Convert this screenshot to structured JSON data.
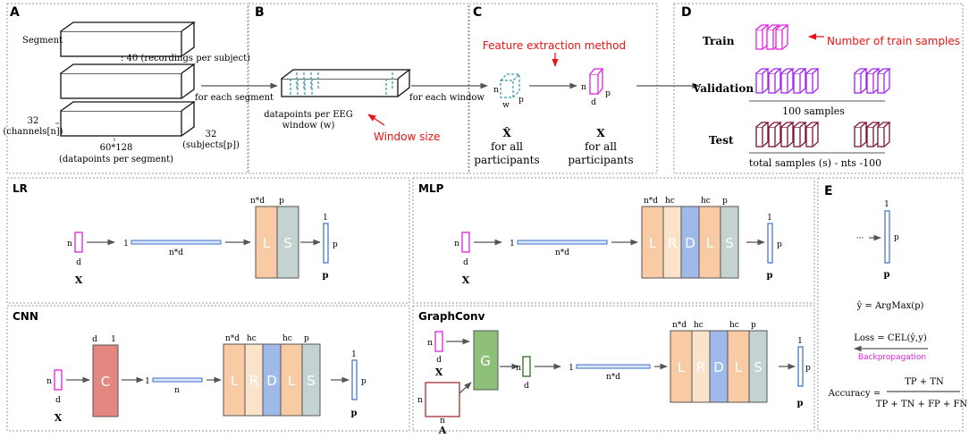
{
  "colors": {
    "linear": "#f8cba4",
    "relu": "#fbe3cb",
    "dropout": "#9fb9e8",
    "softmax": "#c4d2d1",
    "conv": "#e38780",
    "graph": "#8fc079",
    "magenta": "#e020e0",
    "purple": "#a020f0",
    "maroon": "#7a1230",
    "teal": "#3a9aa5",
    "adj": "#a83030",
    "red": "#ee1111",
    "dark_green": "#2e6a22",
    "blue": "#3b6fc9"
  },
  "panel_a": {
    "letter": "A",
    "segment": "Segment",
    "recordings": ": 40 (recordings per subject)",
    "channels_num": "32",
    "channels": "(channels[n])",
    "datapoints_num": "60*128",
    "datapoints": "(datapoints per segment)",
    "subjects_num": "32",
    "subjects": "(subjects[p])",
    "arrow_label": "for each segment"
  },
  "panel_b": {
    "letter": "B",
    "caption_1": "datapoints per EEG",
    "caption_2": "window (w)",
    "window_size": "Window size",
    "arrow_label": "for each window"
  },
  "panel_c": {
    "letter": "C",
    "feature": "Feature extraction method",
    "n": "n",
    "w": "w",
    "p": "p",
    "d": "d",
    "xhat": "X̂",
    "x": "X",
    "for_all": "for all",
    "participants": "participants"
  },
  "panel_d": {
    "letter": "D",
    "train": "Train",
    "train_note": "Number of train samples",
    "validation": "Validation",
    "val_note": "100 samples",
    "test": "Test",
    "test_note": "total samples (s) - nts -100"
  },
  "lr": {
    "title": "LR",
    "n": "n",
    "d": "d",
    "x": "X",
    "one": "1",
    "nd": "n*d",
    "nd_top": "n*d",
    "p_top": "p",
    "L": "L",
    "S": "S",
    "out_one": "1",
    "out_p": "p",
    "out_label": "p"
  },
  "mlp": {
    "title": "MLP",
    "n": "n",
    "d": "d",
    "x": "X",
    "one": "1",
    "nd": "n*d",
    "top": [
      "n*d",
      "hc",
      "hc",
      "p"
    ],
    "layers": [
      "L",
      "R",
      "D",
      "L",
      "S"
    ],
    "out_one": "1",
    "out_p": "p",
    "out_label": "p"
  },
  "cnn": {
    "title": "CNN",
    "n": "n",
    "d": "d",
    "x": "X",
    "c_d": "d",
    "c_1": "1",
    "C": "C",
    "one": "1",
    "n_flat": "n",
    "top": [
      "n*d",
      "hc",
      "hc",
      "p"
    ],
    "layers": [
      "L",
      "R",
      "D",
      "L",
      "S"
    ],
    "out_one": "1",
    "out_p": "p",
    "out_label": "p"
  },
  "graphconv": {
    "title": "GraphConv",
    "n": "n",
    "d": "d",
    "x": "X",
    "a_n_left": "n",
    "a_n_bottom": "n",
    "a": "A",
    "G": "G",
    "g_n": "n",
    "g_d": "d",
    "one": "1",
    "nd": "n*d",
    "top": [
      "n*d",
      "hc",
      "hc",
      "p"
    ],
    "layers": [
      "L",
      "R",
      "D",
      "L",
      "S"
    ],
    "out_one": "1",
    "out_p": "p",
    "out_label": "p"
  },
  "panel_e": {
    "letter": "E",
    "dots": "···",
    "one": "1",
    "p": "p",
    "out_label": "p",
    "argmax": "ŷ = ArgMax(p)",
    "loss": "Loss = CEL(ŷ,y)",
    "backprop": "Backpropagation",
    "accuracy": "Accuracy =",
    "numerator": "TP +  TN",
    "denominator": "TP +  TN +  FP + FN"
  }
}
